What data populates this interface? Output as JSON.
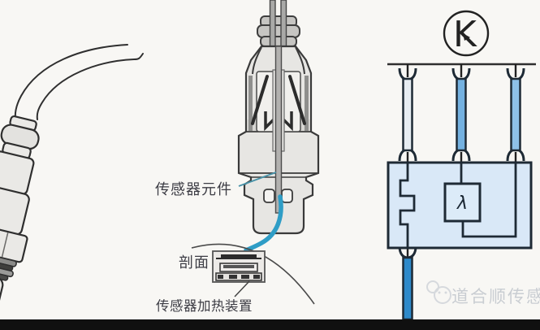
{
  "page": {
    "background": "#f8f7f4",
    "bottom_bar_color": "#101010"
  },
  "cross_section_labels": {
    "sensor_element": "传感器元件",
    "section_view": "剖面",
    "heater": "传感器加热装置"
  },
  "circuit": {
    "relay_symbol": "K",
    "lambda_symbol": "λ",
    "colors": {
      "outline": "#1e2a35",
      "box_fill": "#d9e8f7",
      "lambda_box_fill": "#dcebf8",
      "wire_left": "#e7edf2",
      "wire_middle": "#74b1e0",
      "wire_right": "#8ec1e8",
      "wire_bottom": "#2e8aca"
    }
  },
  "watermark": {
    "text": "道合顺传感",
    "color": "#c9cdd2"
  }
}
